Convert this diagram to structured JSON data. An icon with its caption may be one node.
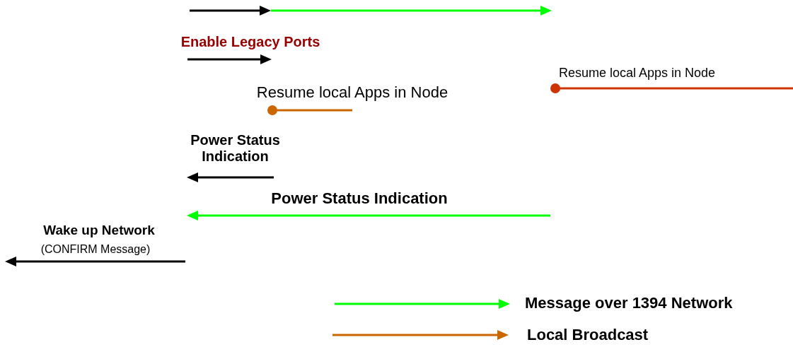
{
  "diagram": {
    "labels": [
      "Enable Legacy Ports",
      "Resume local Apps in Node",
      "Resume local Apps in Node",
      "Power Status Indication",
      "Power Status Indication",
      "Wake up Network",
      "(CONFIRM Message)"
    ],
    "legend": [
      {
        "text": "Message over 1394 Network",
        "color": "#00ff00"
      },
      {
        "text": "Local Broadcast",
        "color": "#cc6600"
      }
    ]
  }
}
